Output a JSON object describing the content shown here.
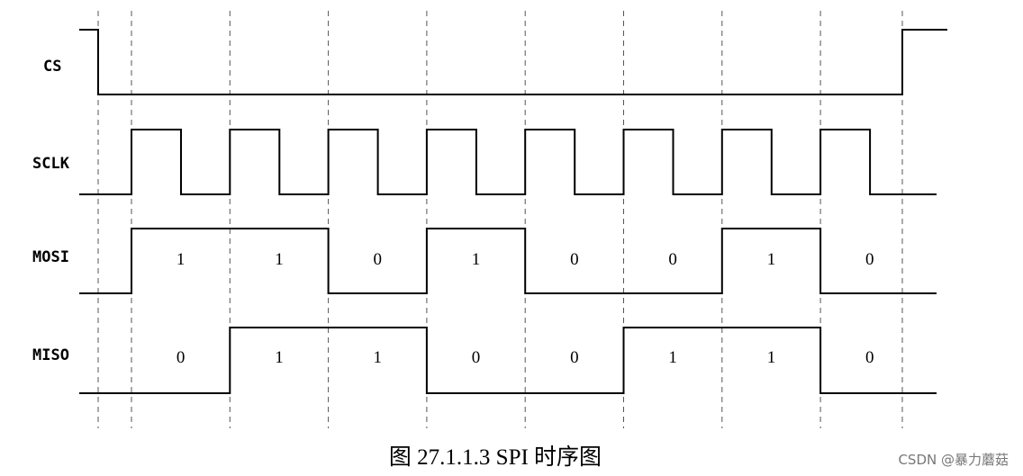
{
  "diagram": {
    "signals": {
      "cs": "CS",
      "sclk": "SCLK",
      "mosi": "MOSI",
      "miso": "MISO"
    },
    "bit_count": 8,
    "mosi_bits": [
      "1",
      "1",
      "0",
      "1",
      "0",
      "0",
      "1",
      "0"
    ],
    "miso_bits": [
      "0",
      "1",
      "1",
      "0",
      "0",
      "1",
      "1",
      "0"
    ],
    "caption": "图 27.1.1.3 SPI 时序图",
    "watermark": "CSDN @暴力蘑菇",
    "colors": {
      "line": "#000000",
      "guide": "#555555",
      "watermark": "#777777"
    }
  }
}
